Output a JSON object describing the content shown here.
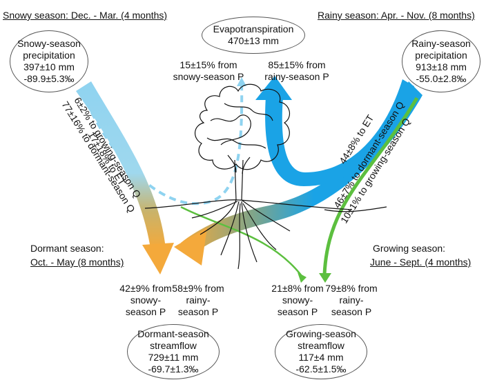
{
  "seasons": {
    "snowy": "Snowy season: Dec. - Mar. (4 months)",
    "rainy": "Rainy season: Apr. - Nov. (8 months)",
    "dormant_title": "Dormant season:",
    "dormant_range": "Oct. - May (8 months)",
    "growing_title": "Growing season:",
    "growing_range": "June - Sept. (4 months)"
  },
  "nodes": {
    "snowy_precip": {
      "line1": "Snowy-season",
      "line2": "precipitation",
      "line3": "397±10 mm",
      "line4": "-89.9±5.3‰"
    },
    "rainy_precip": {
      "line1": "Rainy-season",
      "line2": "precipitation",
      "line3": "913±18 mm",
      "line4": "-55.0±2.8‰"
    },
    "et": {
      "line1": "Evapotranspiration",
      "line2": "470±13 mm"
    },
    "dormant_q": {
      "line1": "Dormant-season",
      "line2": "streamflow",
      "line3": "729±11 mm",
      "line4": "-69.7±1.3‰"
    },
    "growing_q": {
      "line1": "Growing-season",
      "line2": "streamflow",
      "line3": "117±4 mm",
      "line4": "-62.5±1.5‰"
    }
  },
  "et_sources": {
    "snowy": {
      "line1": "15±15% from",
      "line2": "snowy-season P"
    },
    "rainy": {
      "line1": "85±15% from",
      "line2": "rainy-season P"
    }
  },
  "flows": {
    "snowy_to_et": "17±18% to ET",
    "snowy_to_growing": "6±2% to growing-season Q",
    "snowy_to_dormant": "77±16% to dormant-season Q",
    "rainy_to_et": "44±8% to ET",
    "rainy_to_dormant": "46±7% to dormant-season Q",
    "rainy_to_growing": "10±1% to growing-season Q"
  },
  "dormant_sources": {
    "snowy": {
      "line1": "42±9% from",
      "line2": "snowy-",
      "line3": "season P"
    },
    "rainy": {
      "line1": "58±9% from",
      "line2": "rainy-",
      "line3": "season P"
    }
  },
  "growing_sources": {
    "snowy": {
      "line1": "21±8% from",
      "line2": "snowy-",
      "line3": "season P"
    },
    "rainy": {
      "line1": "79±8% from",
      "line2": "rainy-",
      "line3": "season P"
    }
  },
  "colors": {
    "snowy_blue": "#8fd3f0",
    "rainy_blue": "#1aa3e6",
    "dormant_orange": "#f4a93b",
    "growing_green": "#5cbf3f",
    "outline": "#555555"
  }
}
